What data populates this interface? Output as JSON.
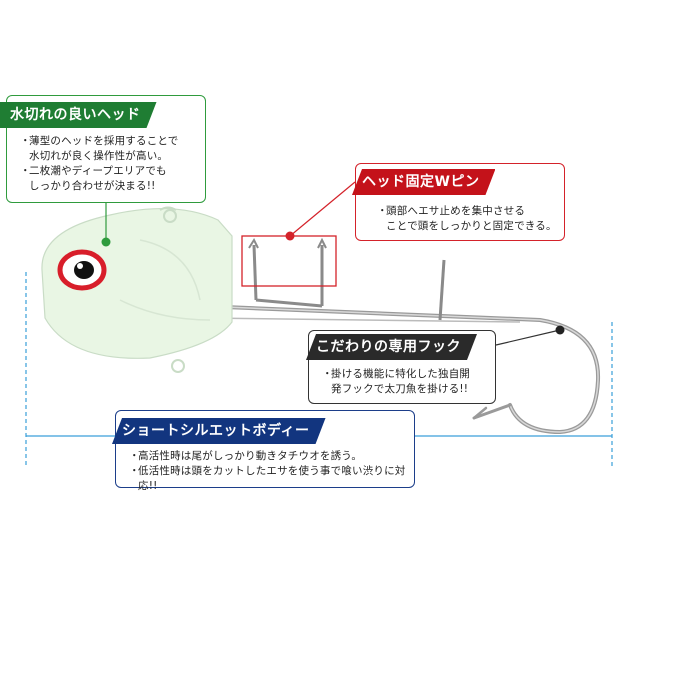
{
  "features": {
    "head": {
      "title": "水切れの良いヘッド",
      "bullet": "・",
      "lines": [
        "薄型のヘッドを採用することで",
        "水切れが良く操作性が高い。",
        "二枚潮やディープエリアでも",
        "しっかり合わせが決まる!!"
      ],
      "color": "#1f7d33"
    },
    "pin": {
      "title": "ヘッド固定Wピン",
      "bullet": "・",
      "lines": [
        "頭部へエサ止めを集中させる",
        "ことで頭をしっかりと固定できる。"
      ],
      "color": "#c4121a"
    },
    "hook": {
      "title": "こだわりの専用フック",
      "bullet": "・",
      "lines": [
        "掛ける機能に特化した独自開",
        "発フックで太刀魚を掛ける!!"
      ],
      "color": "#2a2a2a"
    },
    "body": {
      "title": "ショートシルエットボディー",
      "bullet": "・",
      "lines": [
        "高活性時は尾がしっかり動きタチウオを誘う。",
        "低活性時は頭をカットしたエサを使う事で喰い渋りに対応!!"
      ],
      "color": "#12357f"
    }
  },
  "product": {
    "head_color": "#e9f6e4",
    "eye_color": "#d81e2a"
  }
}
